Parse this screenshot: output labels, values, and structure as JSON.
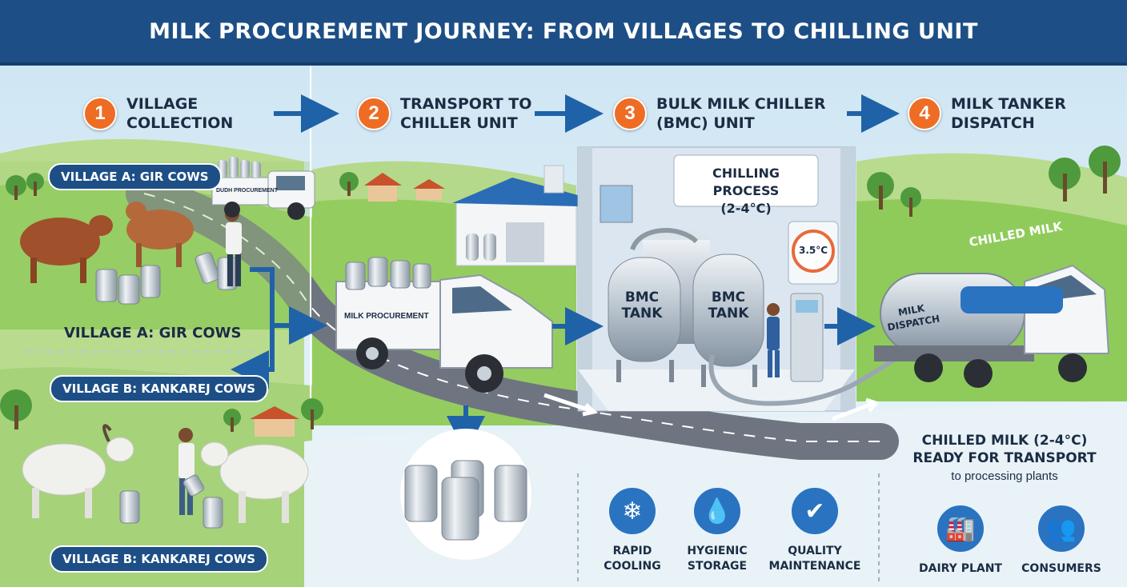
{
  "header": {
    "title": "MILK PROCUREMENT JOURNEY: FROM VILLAGES TO CHILLING UNIT"
  },
  "steps": [
    {
      "number": "1",
      "title": "VILLAGE\nCOLLECTION"
    },
    {
      "number": "2",
      "title": "TRANSPORT TO\nCHILLER UNIT"
    },
    {
      "number": "3",
      "title": "BULK MILK CHILLER\n(BMC) UNIT"
    },
    {
      "number": "4",
      "title": "MILK TANKER\nDISPATCH"
    }
  ],
  "villages": {
    "a_pill": "VILLAGE A: GIR COWS",
    "a_caption": "VILLAGE A: GIR COWS",
    "b_pill_top": "VILLAGE B: KANKAREJ COWS",
    "b_pill_bottom": "VILLAGE B: KANKAREJ COWS"
  },
  "vehicles": {
    "small_truck_sign": "DUDH PROCUREMENT",
    "pickup_sign": "MILK PROCUREMENT",
    "tanker_label": "CHILLED MILK",
    "tanker_end": "MILK\nDISPATCH"
  },
  "bmc": {
    "process_label": "CHILLING PROCESS\n(2-4°C)",
    "thermometer": "3.5°C",
    "tank1": "BMC\nTANK",
    "tank2": "BMC\nTANK"
  },
  "features": [
    {
      "icon": "snowflake-icon",
      "label": "RAPID\nCOOLING"
    },
    {
      "icon": "water-drop-icon",
      "label": "HYGIENIC\nSTORAGE"
    },
    {
      "icon": "shield-check-icon",
      "label": "QUALITY\nMAINTENANCE"
    }
  ],
  "dispatch": {
    "heading": "CHILLED MILK (2-4°C)\nREADY FOR TRANSPORT",
    "sub": "to processing plants",
    "destinations": [
      {
        "icon": "factory-icon",
        "label": "DAIRY PLANT"
      },
      {
        "icon": "people-icon",
        "label": "CONSUMERS"
      }
    ]
  },
  "colors": {
    "header": "#1d4f86",
    "step_badge": "#ee6c24",
    "arrow": "#1f62a8",
    "grass": "#8ccb5a",
    "road": "#6e7580",
    "steel": "#c9d2da"
  }
}
